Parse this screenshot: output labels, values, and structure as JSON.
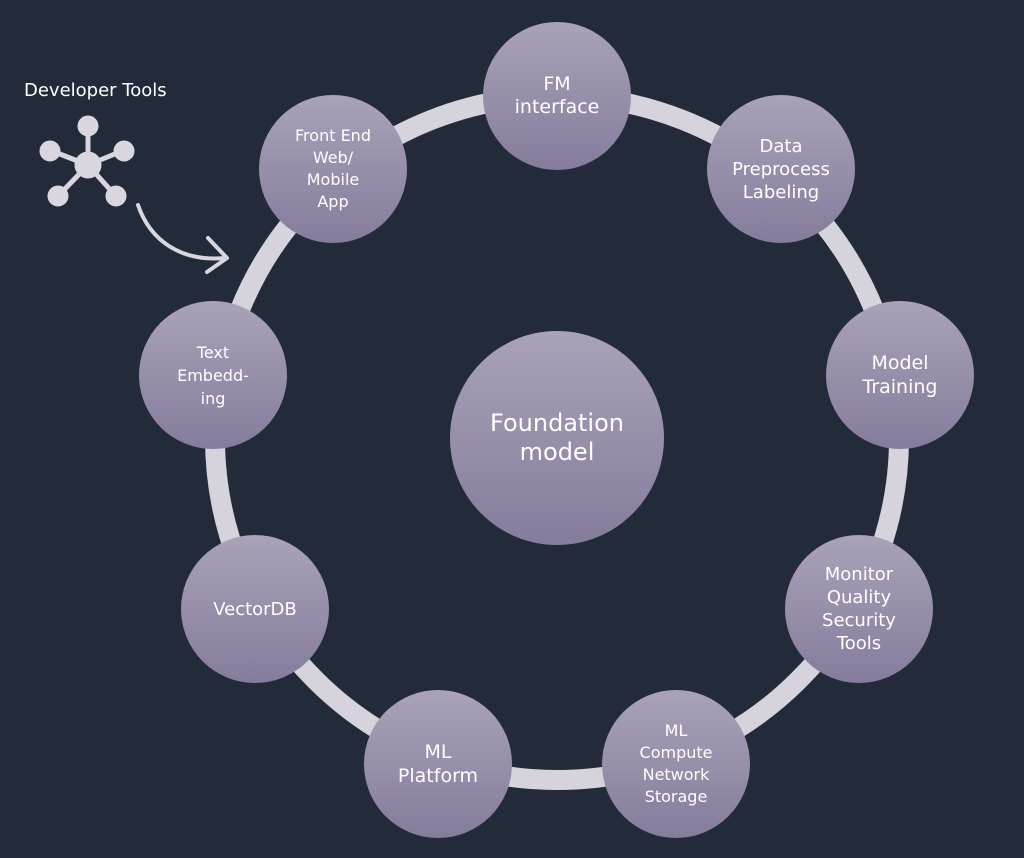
{
  "developer_tools": {
    "label": "Developer Tools",
    "icon": "network-hub-icon"
  },
  "center": {
    "label": "Foundation\nmodel"
  },
  "nodes": [
    {
      "label": "FM\ninterface"
    },
    {
      "label": "Data\nPreprocess\nLabeling"
    },
    {
      "label": "Model\nTraining"
    },
    {
      "label": "Monitor\nQuality\nSecurity\nTools"
    },
    {
      "label": "ML\nCompute\nNetwork\nStorage"
    },
    {
      "label": "ML\nPlatform"
    },
    {
      "label": "VectorDB"
    },
    {
      "label": "Text\nEmbedd-\ning"
    },
    {
      "label": "Front End\nWeb/\nMobile\nApp"
    }
  ],
  "colors": {
    "background": "#232b3a",
    "ring": "#d6d3dd",
    "node_top": "#aaa2b8",
    "node_bottom": "#857c9d",
    "text": "#ffffff"
  }
}
